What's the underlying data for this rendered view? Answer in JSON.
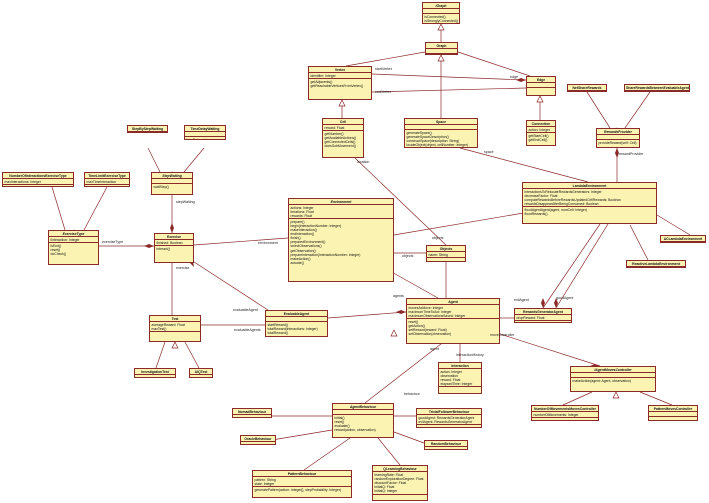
{
  "classes": [
    {
      "id": "igraph",
      "name": "IGraph",
      "italic": true,
      "attrs": [],
      "ops": [
        "isConnected()",
        "isStronglyConnected()"
      ]
    },
    {
      "id": "graph",
      "name": "Graph",
      "italic": false,
      "attrs": [],
      "ops": []
    },
    {
      "id": "vertex",
      "name": "Vertex",
      "italic": false,
      "attrs": [
        "identifier: Integer"
      ],
      "ops": [
        "getAdjacents()",
        "getReachableVerticesFromVertex()"
      ]
    },
    {
      "id": "edge",
      "name": "Edge",
      "italic": false,
      "attrs": [],
      "ops": []
    },
    {
      "id": "cell",
      "name": "Cell",
      "italic": false,
      "attrs": [
        "reward: Float"
      ],
      "ops": [
        "getNumber()",
        "getAvailableActions()",
        "getConnectedCells()",
        "doesSubMovement()"
      ]
    },
    {
      "id": "space",
      "name": "Space",
      "italic": false,
      "attrs": [],
      "ops": [
        "generateSpace()",
        "generateSpaceDescription()",
        "constructSpace(description: String)",
        "locateObject(object, cellNumber: Integer)"
      ]
    },
    {
      "id": "connection",
      "name": "Connection",
      "italic": false,
      "attrs": [
        "action: Integer"
      ],
      "ops": [
        "getStartCell()",
        "getEndCell()"
      ]
    },
    {
      "id": "netshare",
      "name": "NetShareRewards",
      "italic": false,
      "attrs": [],
      "ops": []
    },
    {
      "id": "sharereward",
      "name": "ShareRewardsBetweenEvaluableAgents",
      "italic": false,
      "attrs": [],
      "ops": []
    },
    {
      "id": "rewardsprovider",
      "name": "RewardsProvider",
      "italic": true,
      "attrs": [],
      "ops": [
        "provideReward(self: Cell)"
      ]
    },
    {
      "id": "stepbystep",
      "name": "StepByStepWaiting",
      "italic": false,
      "attrs": [],
      "ops": []
    },
    {
      "id": "timedelay",
      "name": "TimeDelayWaiting",
      "italic": false,
      "attrs": [],
      "ops": [
        "timeDelay: Integer"
      ]
    },
    {
      "id": "stepwaiting",
      "name": "StepWaiting",
      "italic": true,
      "attrs": [],
      "ops": [
        "waitStep()"
      ]
    },
    {
      "id": "numberof",
      "name": "NumberOfInteractionsExerciseType",
      "italic": false,
      "attrs": [
        "maxInteractions: Integer"
      ],
      "ops": []
    },
    {
      "id": "timelimit",
      "name": "TimeLimitExerciseType",
      "italic": false,
      "attrs": [
        "maxTimeInteraction"
      ],
      "ops": []
    },
    {
      "id": "exercisetype",
      "name": "ExerciseType",
      "italic": true,
      "attrs": [
        "iInteraction: Integer"
      ],
      "ops": [
        "isEnd()",
        "reset()",
        "doCheck()"
      ]
    },
    {
      "id": "exercise",
      "name": "Exercise",
      "italic": false,
      "attrs": [
        "finished: Boolean"
      ],
      "ops": [
        "interact()"
      ]
    },
    {
      "id": "environment",
      "name": "Environment",
      "italic": true,
      "attrs": [
        "actions: Integer",
        "iterations: Float",
        "rewards: Float"
      ],
      "ops": [
        "prepare()",
        "begin(interactionNumber: Integer)",
        "makeInteraction()",
        "endInteraction()",
        "finish()",
        "preparedEnvironment()",
        "selectObservations()",
        "getObservation()",
        "prepareInteraction(interactionNumber: Integer)",
        "makeAction()",
        "actuate()"
      ]
    },
    {
      "id": "objects",
      "name": "Objects",
      "italic": false,
      "attrs": [
        "name: String"
      ],
      "ops": []
    },
    {
      "id": "lambda",
      "name": "LambdaEnvironment",
      "italic": false,
      "attrs": [
        "interactionsToRelocateRewardsGenerators: Integer",
        "decreaseFactor: Float",
        "computeRewardsBeforeRewardsUpdatedCellRewards: Boolean",
        "rewardsDisappearAfterBeingConsumed: Boolean"
      ],
      "ops": [
        "floodAgentAgent(agent, numCell: Integer)",
        "floodRewards()"
      ]
    },
    {
      "id": "aclambda",
      "name": "ACLambdaEnvironment",
      "italic": false,
      "attrs": [],
      "ops": []
    },
    {
      "id": "reactivelambda",
      "name": "ReactiveLambdaEnvironment",
      "italic": false,
      "attrs": [],
      "ops": []
    },
    {
      "id": "rewardsgen",
      "name": "RewardsGeneratorAgent",
      "italic": false,
      "attrs": [
        "dropReward: Float"
      ],
      "ops": []
    },
    {
      "id": "agent",
      "name": "Agent",
      "italic": false,
      "attrs": [
        "movesAsMove: Integer",
        "maximumTimeToAct: Integer",
        "maximumObservationsSaved: Integer"
      ],
      "ops": [
        "reset()",
        "getAction()",
        "setReward(reward: Float)",
        "setObservation(observation)"
      ]
    },
    {
      "id": "evaluable",
      "name": "EvaluableAgent",
      "italic": false,
      "attrs": [],
      "ops": [
        "startReward()",
        "totalReward(interactions: Integer)",
        "totalReward()"
      ]
    },
    {
      "id": "test",
      "name": "Test",
      "italic": false,
      "attrs": [
        "averageReward: Float",
        "maxTest()"
      ],
      "ops": []
    },
    {
      "id": "investigationtest",
      "name": "InvestigationTest",
      "italic": false,
      "attrs": [],
      "ops": []
    },
    {
      "id": "aiqtest",
      "name": "AIQTest",
      "italic": false,
      "attrs": [],
      "ops": []
    },
    {
      "id": "interaction",
      "name": "Interaction",
      "italic": false,
      "attrs": [
        "action: Integer",
        "observation",
        "reward: Float",
        "elapsedTime: Integer"
      ],
      "ops": []
    },
    {
      "id": "iagentmoves",
      "name": "IAgentMovesController",
      "italic": true,
      "attrs": [],
      "ops": [
        "makeAction(agent: Agent, observation)"
      ]
    },
    {
      "id": "numberofmoves",
      "name": "NumberOfMovementsMovesController",
      "italic": false,
      "attrs": [
        "numberOfMovements: Integer"
      ],
      "ops": []
    },
    {
      "id": "patternmoves",
      "name": "PatternMovesController",
      "italic": false,
      "attrs": [],
      "ops": []
    },
    {
      "id": "agentbehaviour",
      "name": "AgentBehaviour",
      "italic": true,
      "attrs": [],
      "ops": [
        "initial()",
        "reset()",
        "evaluate()",
        "reward(action, observation)"
      ]
    },
    {
      "id": "nomadbeh",
      "name": "NomadBehaviour",
      "italic": false,
      "attrs": [],
      "ops": []
    },
    {
      "id": "oraclebeh",
      "name": "OracleBehaviour",
      "italic": false,
      "attrs": [],
      "ops": []
    },
    {
      "id": "trivialfollow",
      "name": "TrivialFollowerBehaviour",
      "italic": false,
      "attrs": [
        "goodAgent: RewardsGeneratorAgent",
        "evilAgent: RewardsGeneratorAgent"
      ],
      "ops": []
    },
    {
      "id": "randombeh",
      "name": "RandomBehaviour",
      "italic": false,
      "attrs": [],
      "ops": []
    },
    {
      "id": "patternbeh",
      "name": "PatternBehaviour",
      "italic": false,
      "attrs": [
        "pattern: String",
        "state: Integer"
      ],
      "ops": [
        "generatePattern(action: Integer[], stepProbability: Integer)"
      ]
    },
    {
      "id": "qlearning",
      "name": "QLearningBehaviour",
      "italic": false,
      "attrs": [
        "learningRate: Float",
        "randomExplorationDegree: Float",
        "discountFactor: Float",
        "initialQ: Float",
        "initialQ: Integer"
      ],
      "ops": []
    }
  ],
  "labels": [
    {
      "id": "l-startvertex",
      "text": "startVertex"
    },
    {
      "id": "l-endvertex",
      "text": "endVertex"
    },
    {
      "id": "l-edge",
      "text": "edge"
    },
    {
      "id": "l-space",
      "text": "space"
    },
    {
      "id": "l-rewardprovider",
      "text": "rewardProvider"
    },
    {
      "id": "l-location",
      "text": "location"
    },
    {
      "id": "l-objects",
      "text": "objects"
    },
    {
      "id": "l-stepwaiting",
      "text": "stepWaiting"
    },
    {
      "id": "l-exercisetype",
      "text": "exerciseType"
    },
    {
      "id": "l-environment",
      "text": "environment"
    },
    {
      "id": "l-exercise",
      "text": "exercise"
    },
    {
      "id": "l-evaluableagent",
      "text": "evaluableAgent"
    },
    {
      "id": "l-evaluableagents",
      "text": "evaluableAgents"
    },
    {
      "id": "l-objects2",
      "text": "objects"
    },
    {
      "id": "l-agents",
      "text": "agents"
    },
    {
      "id": "l-evilagent",
      "text": "evilAgent"
    },
    {
      "id": "l-goodagent",
      "text": "goodAgent"
    },
    {
      "id": "l-movecontroller",
      "text": "moveController"
    },
    {
      "id": "l-interactionhistory",
      "text": "interactionHistory"
    },
    {
      "id": "l-agent",
      "text": "agent"
    },
    {
      "id": "l-behaviour",
      "text": "behaviour"
    }
  ]
}
